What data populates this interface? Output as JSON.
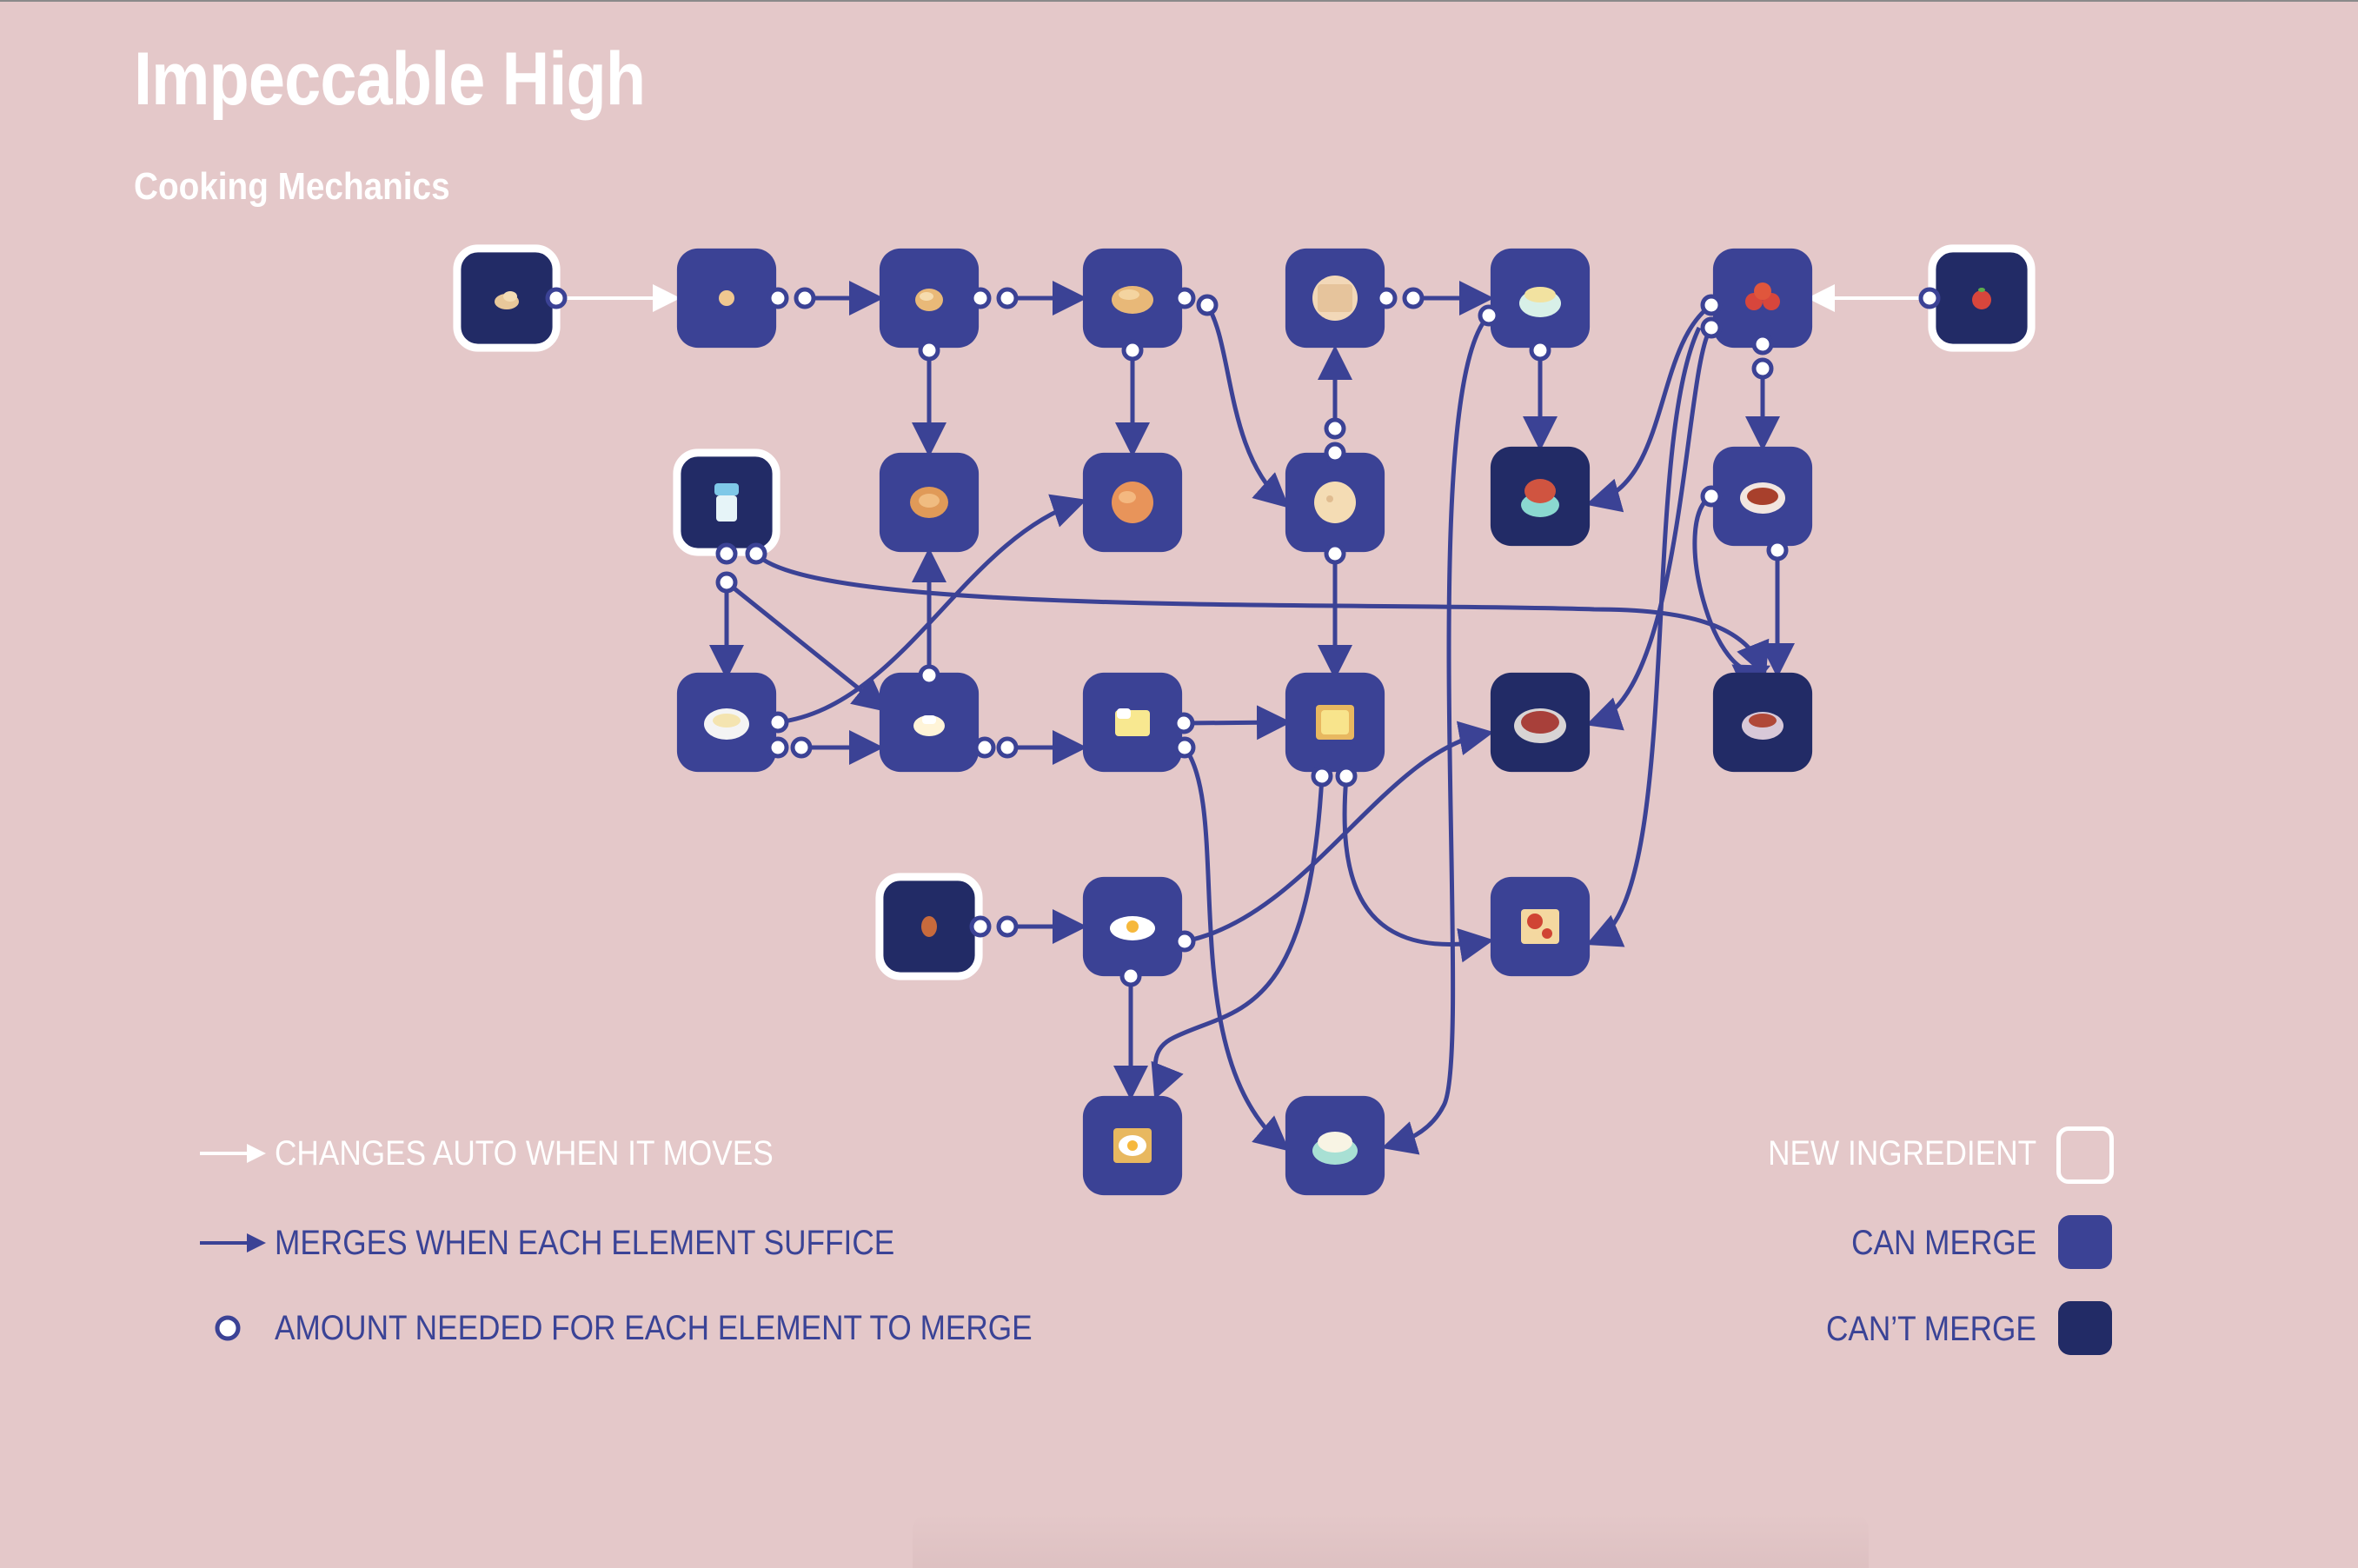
{
  "page": {
    "title": "Impeccable High",
    "subtitle": "Cooking Mechanics"
  },
  "colors": {
    "background": "#e4c8c9",
    "can_merge": "#3b4295",
    "cant_merge": "#222b66",
    "new_ingredient_border": "#ffffff",
    "arrow": "#3b4295",
    "auto_arrow": "#ffffff"
  },
  "nodes": [
    {
      "id": "dough",
      "kind": "new",
      "icon": "dough-icon"
    },
    {
      "id": "dough-ball",
      "kind": "can",
      "icon": "dough-ball-icon"
    },
    {
      "id": "bun",
      "kind": "can",
      "icon": "bun-icon"
    },
    {
      "id": "bread-loaf",
      "kind": "can",
      "icon": "bread-loaf-icon"
    },
    {
      "id": "noodles",
      "kind": "can",
      "icon": "noodles-icon"
    },
    {
      "id": "noodle-bowl",
      "kind": "can",
      "icon": "noodle-bowl-icon"
    },
    {
      "id": "tomatoes",
      "kind": "can",
      "icon": "tomatoes-icon"
    },
    {
      "id": "tomato",
      "kind": "new",
      "icon": "tomato-icon"
    },
    {
      "id": "milk",
      "kind": "new",
      "icon": "milk-bottle-icon"
    },
    {
      "id": "croissant",
      "kind": "can",
      "icon": "croissant-icon"
    },
    {
      "id": "brioche",
      "kind": "can",
      "icon": "brioche-icon"
    },
    {
      "id": "flatbread",
      "kind": "can",
      "icon": "flatbread-icon"
    },
    {
      "id": "tomato-noodles",
      "kind": "cant",
      "icon": "tomato-noodles-icon"
    },
    {
      "id": "tomato-soup",
      "kind": "can",
      "icon": "tomato-soup-icon"
    },
    {
      "id": "cream-bowl",
      "kind": "can",
      "icon": "cream-bowl-icon"
    },
    {
      "id": "butter",
      "kind": "can",
      "icon": "butter-icon"
    },
    {
      "id": "cheese",
      "kind": "can",
      "icon": "cheese-icon"
    },
    {
      "id": "toast",
      "kind": "can",
      "icon": "toast-icon"
    },
    {
      "id": "stew-pot",
      "kind": "cant",
      "icon": "stew-pot-icon"
    },
    {
      "id": "soup-bowl",
      "kind": "cant",
      "icon": "soup-bowl-icon"
    },
    {
      "id": "egg",
      "kind": "new",
      "icon": "egg-icon"
    },
    {
      "id": "fried-egg",
      "kind": "can",
      "icon": "fried-egg-icon"
    },
    {
      "id": "pizza-slice",
      "kind": "can",
      "icon": "pizza-slice-icon"
    },
    {
      "id": "egg-toast",
      "kind": "can",
      "icon": "egg-toast-icon"
    },
    {
      "id": "rice-bowl",
      "kind": "can",
      "icon": "rice-bowl-icon"
    }
  ],
  "legend": {
    "auto": "CHANGES AUTO WHEN IT MOVES",
    "merge": "MERGES WHEN EACH ELEMENT SUFFICE",
    "amount": "AMOUNT NEEDED FOR EACH ELEMENT TO MERGE",
    "new_ingredient": "NEW INGREDIENT",
    "can_merge": "CAN MERGE",
    "cant_merge": "CAN’T MERGE"
  }
}
